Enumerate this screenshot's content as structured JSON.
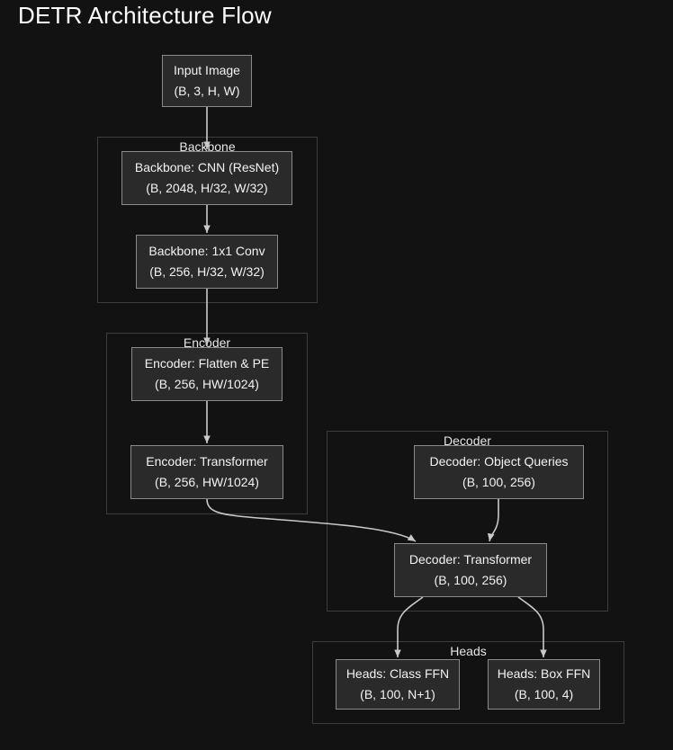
{
  "title": "DETR Architecture Flow",
  "clusters": {
    "backbone": "Backbone",
    "encoder": "Encoder",
    "decoder": "Decoder",
    "heads": "Heads"
  },
  "nodes": {
    "input": {
      "label": "Input Image",
      "shape": "(B, 3, H, W)"
    },
    "cnn": {
      "label": "Backbone: CNN (ResNet)",
      "shape": "(B, 2048, H/32, W/32)"
    },
    "conv": {
      "label": "Backbone: 1x1 Conv",
      "shape": "(B, 256, H/32, W/32)"
    },
    "flatten": {
      "label": "Encoder: Flatten & PE",
      "shape": "(B, 256, HW/1024)"
    },
    "enc_transformer": {
      "label": "Encoder: Transformer",
      "shape": "(B, 256, HW/1024)"
    },
    "queries": {
      "label": "Decoder: Object Queries",
      "shape": "(B, 100, 256)"
    },
    "dec_transformer": {
      "label": "Decoder: Transformer",
      "shape": "(B, 100, 256)"
    },
    "class_ffn": {
      "label": "Heads: Class FFN",
      "shape": "(B, 100, N+1)"
    },
    "box_ffn": {
      "label": "Heads: Box FFN",
      "shape": "(B, 100, 4)"
    }
  },
  "edges": [
    {
      "from": "input",
      "to": "cnn"
    },
    {
      "from": "cnn",
      "to": "conv"
    },
    {
      "from": "conv",
      "to": "flatten"
    },
    {
      "from": "flatten",
      "to": "enc_transformer"
    },
    {
      "from": "enc_transformer",
      "to": "dec_transformer"
    },
    {
      "from": "queries",
      "to": "dec_transformer"
    },
    {
      "from": "dec_transformer",
      "to": "class_ffn"
    },
    {
      "from": "dec_transformer",
      "to": "box_ffn"
    }
  ],
  "colors": {
    "background": "#121212",
    "node_fill": "#2a2a2a",
    "node_border": "#8a8a8a",
    "cluster_border": "#3c3c3c",
    "edge": "#c8c8c8",
    "text": "#f2f2f2"
  }
}
